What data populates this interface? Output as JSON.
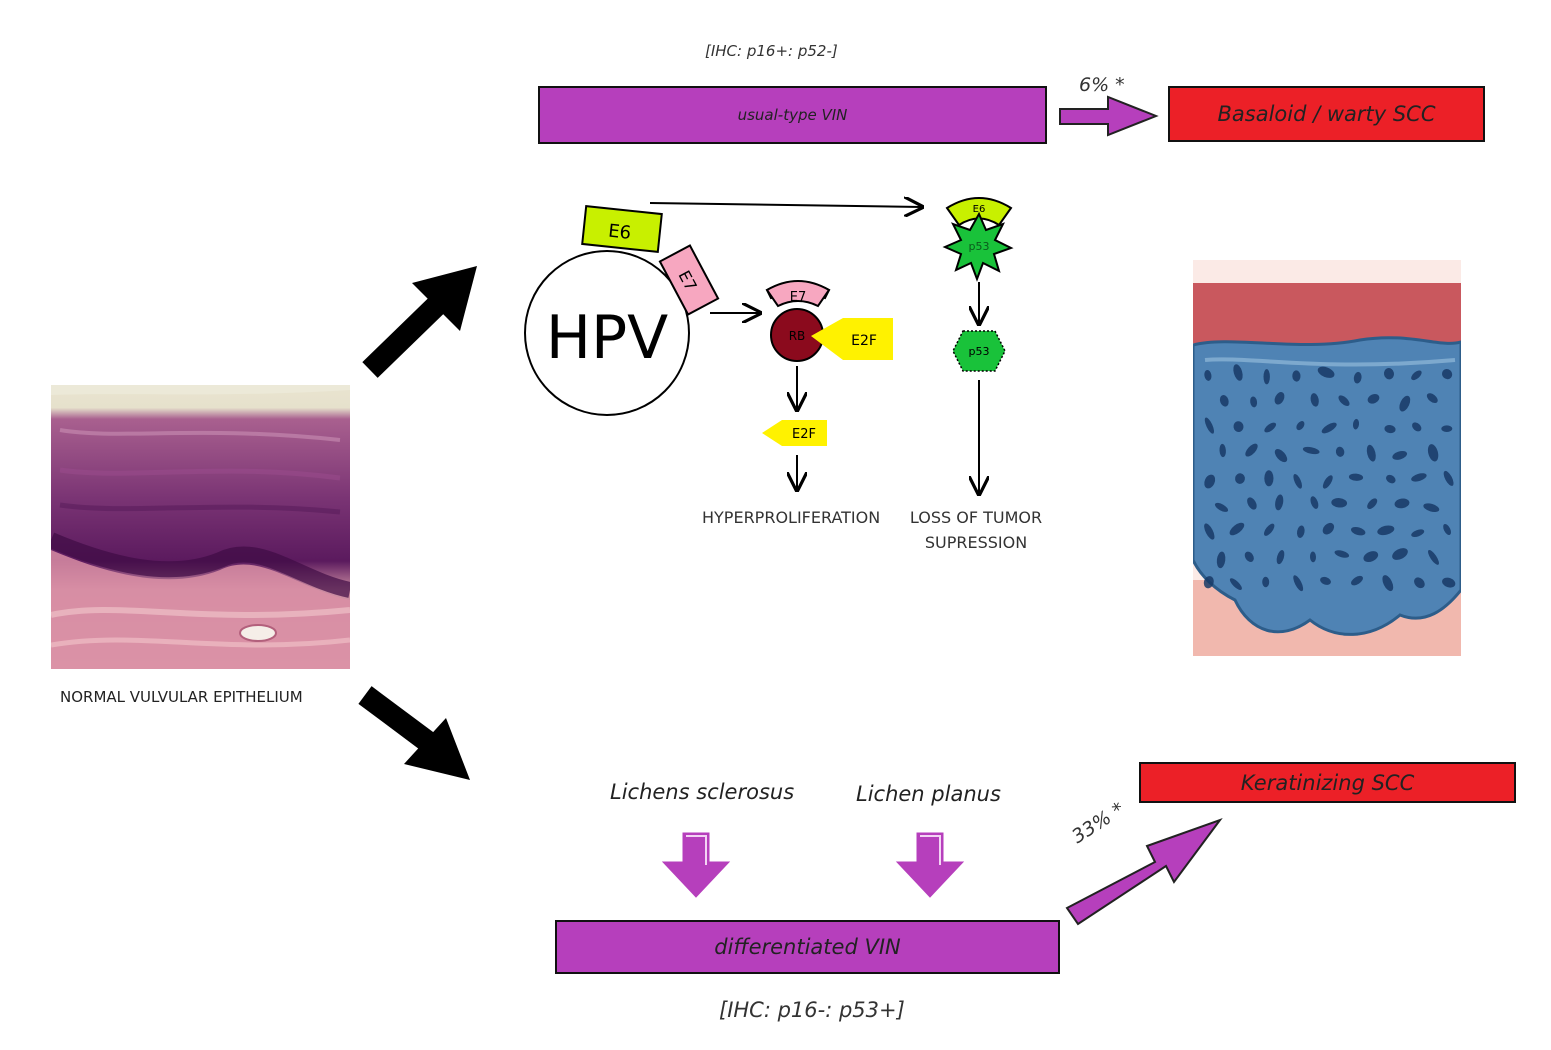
{
  "colors": {
    "vin_purple": "#b63fbc",
    "scc_red": "#ec2027",
    "e6_green": "#c8f000",
    "e7_pink": "#f7a7c0",
    "rb_darkred": "#8b0a1d",
    "e2f_yellow": "#fff200",
    "p53_green": "#19c23a"
  },
  "top_pathway": {
    "ihc": "[IHC: p16+: p52-]",
    "vin_label": "usual-type VIN",
    "progression_pct": "6% *",
    "scc_label": "Basaloid / warty SCC"
  },
  "hpv": {
    "label": "HPV",
    "e6": "E6",
    "e7": "E7",
    "rb": "RB",
    "e2f": "E2F",
    "p53": "p53",
    "outcome_left": "HYPERPROLIFERATION",
    "outcome_right_line1": "LOSS OF TUMOR",
    "outcome_right_line2": "SUPRESSION"
  },
  "normal": {
    "caption": "NORMAL VULVULAR EPITHELIUM"
  },
  "bottom_pathway": {
    "precursor_1": "Lichens sclerosus",
    "precursor_2": "Lichen planus",
    "vin_label": "differentiated VIN",
    "ihc": "[IHC: p16-: p53+]",
    "progression_pct": "33% *",
    "scc_label": "Keratinizing SCC"
  }
}
